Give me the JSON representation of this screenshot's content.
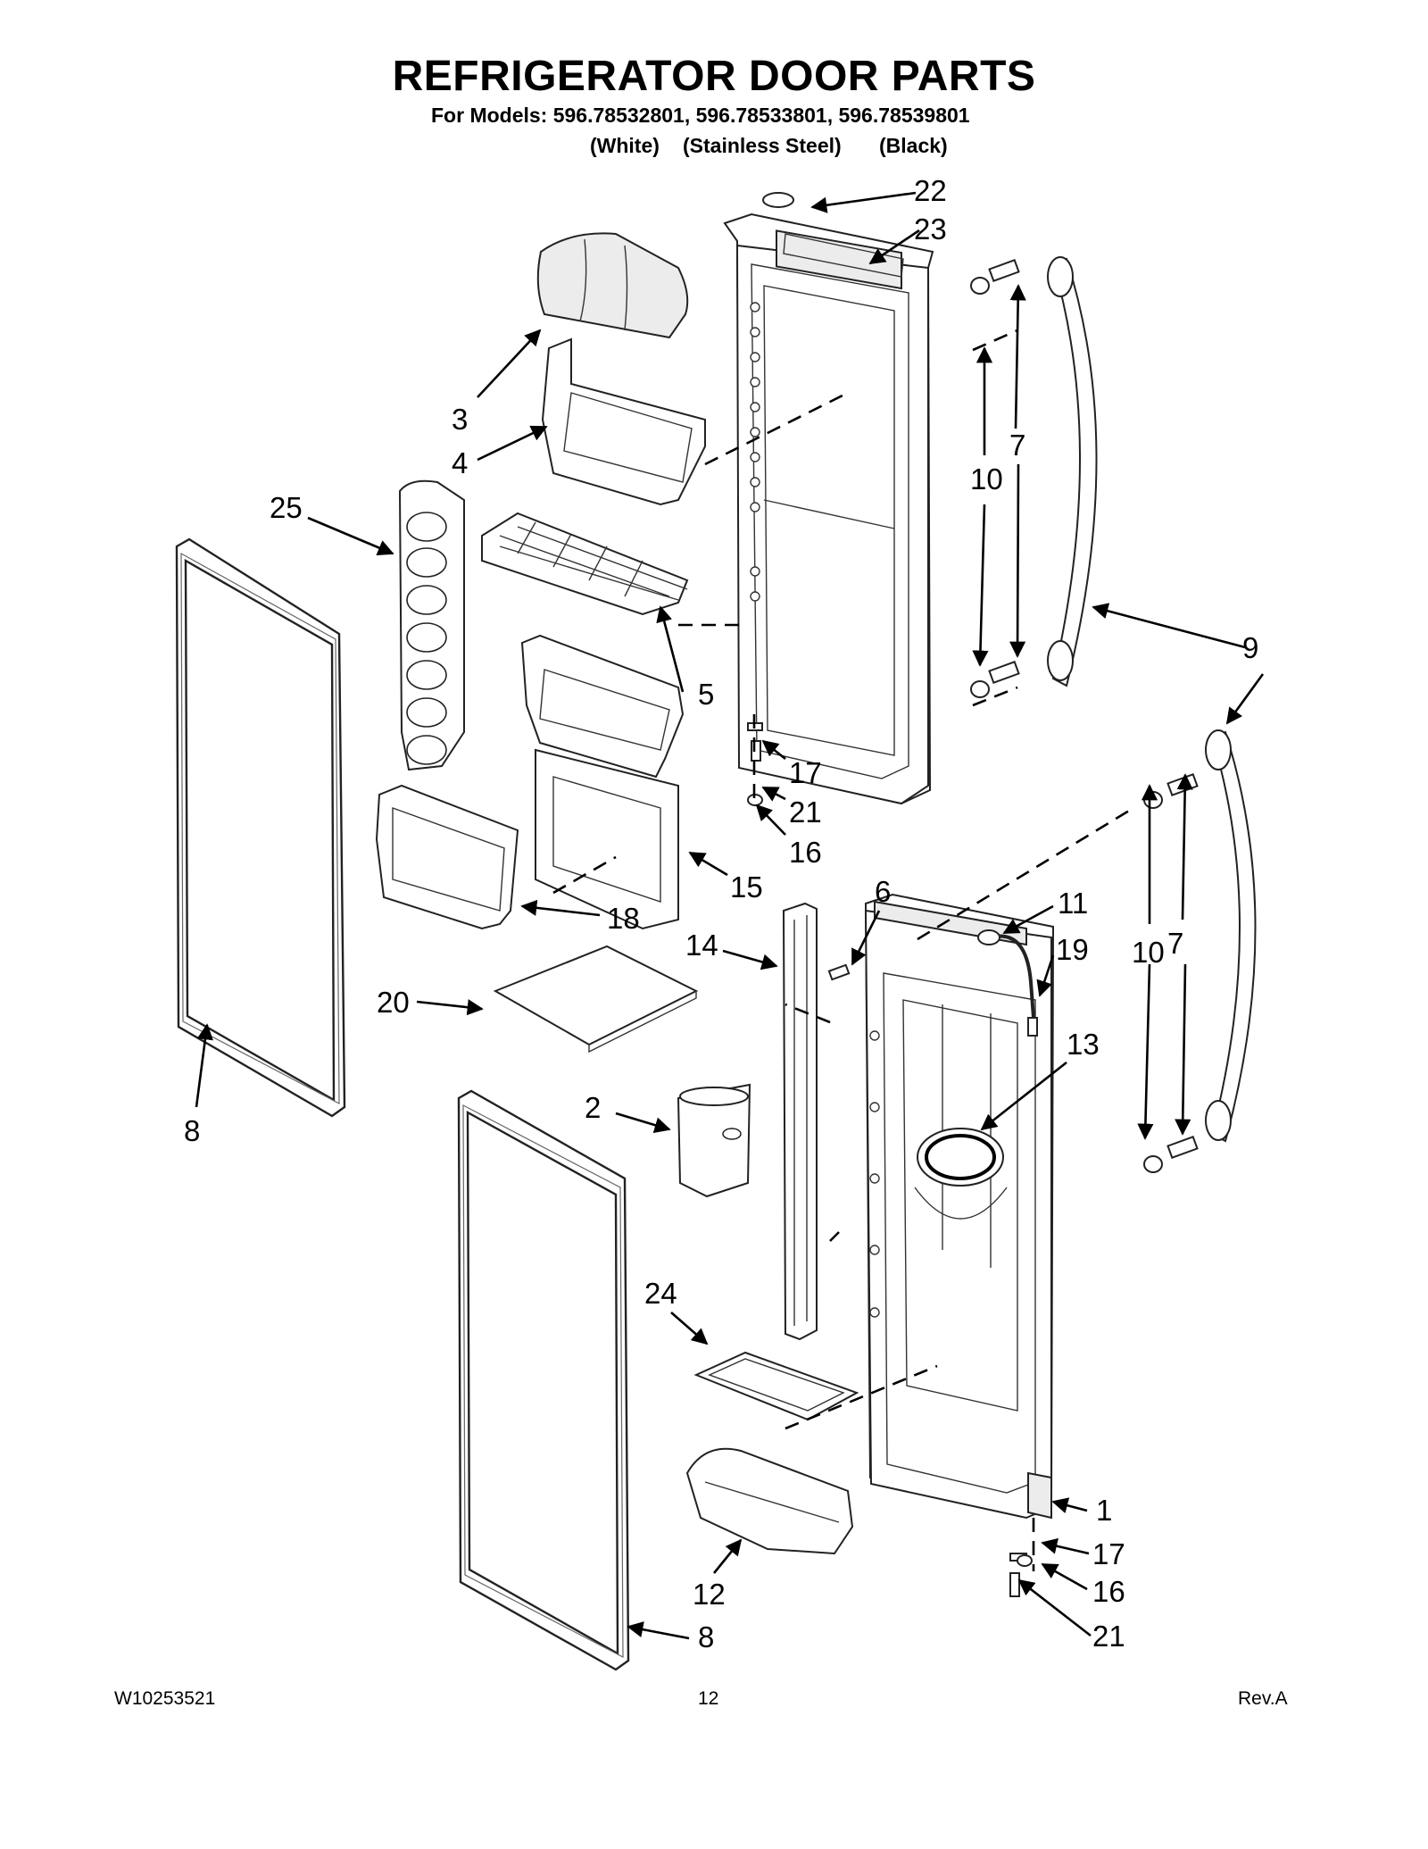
{
  "title": "REFRIGERATOR DOOR PARTS",
  "models_line": "For Models: 596.78532801, 596.78533801, 596.78539801",
  "variants": [
    "(White)",
    "(Stainless Steel)",
    "(Black)"
  ],
  "callouts": [
    "22",
    "23",
    "3",
    "4",
    "10",
    "7",
    "25",
    "5",
    "9",
    "17",
    "21",
    "16",
    "15",
    "6",
    "11",
    "18",
    "14",
    "19",
    "10",
    "7",
    "20",
    "13",
    "8",
    "2",
    "24",
    "1",
    "17",
    "12",
    "16",
    "8",
    "21"
  ],
  "footer": {
    "doc_number": "W10253521",
    "page": "12",
    "revision": "Rev.A"
  }
}
